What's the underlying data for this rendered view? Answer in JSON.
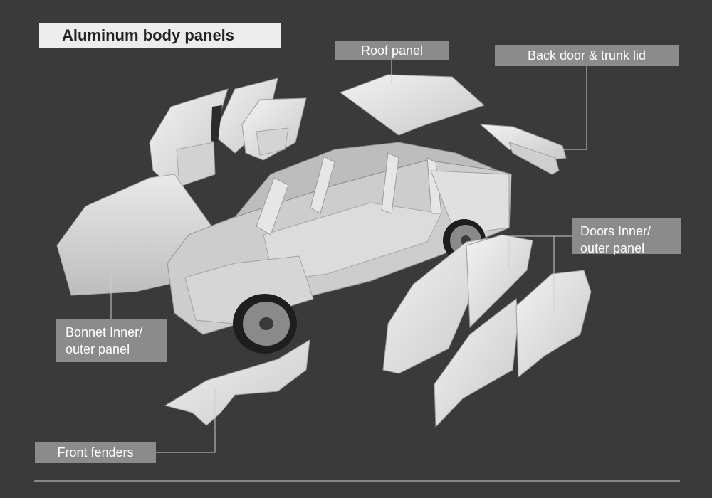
{
  "title": "Aluminum body panels",
  "labels": {
    "roof": "Roof panel",
    "back_door": "Back door & trunk lid",
    "doors_line1": "Doors Inner/",
    "doors_line2": "outer panel",
    "bonnet_line1": "Bonnet Inner/",
    "bonnet_line2": "outer panel",
    "fenders": "Front fenders"
  },
  "colors": {
    "background": "#3a3a3a",
    "label_bg": "#8b8b8b",
    "title_bg": "#ececec",
    "panel": "#e4e4e4"
  }
}
